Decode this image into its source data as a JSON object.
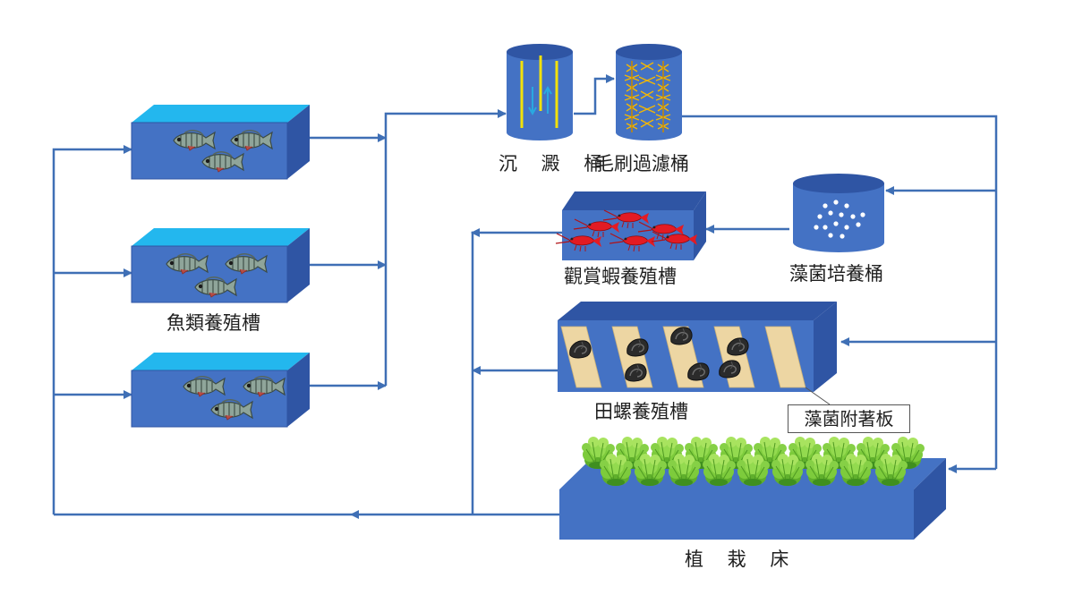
{
  "labels": {
    "fish_tank": "魚類養殖槽",
    "sediment": "沉 澱 桶",
    "brush_filter": "毛刷過濾桶",
    "algae_bucket": "藻菌培養桶",
    "shrimp_tank": "觀賞蝦養殖槽",
    "snail_tank": "田螺養殖槽",
    "attach_plate": "藻菌附著板",
    "plant_bed": "植 栽 床"
  },
  "colors": {
    "tank_front": "#4472C4",
    "tank_side": "#2F55A4",
    "water_top": "#23B7EE",
    "flow_line": "#3F6FB5",
    "plank": "#EDD6A3",
    "lettuce": "#7DCB3C",
    "flow_up": "#F2E10A",
    "flow_down": "#2AA8E0"
  },
  "icons": [
    "fish-icon",
    "shrimp-icon",
    "snail-icon",
    "lettuce-icon",
    "dots-icon",
    "filter-brush-icon"
  ]
}
